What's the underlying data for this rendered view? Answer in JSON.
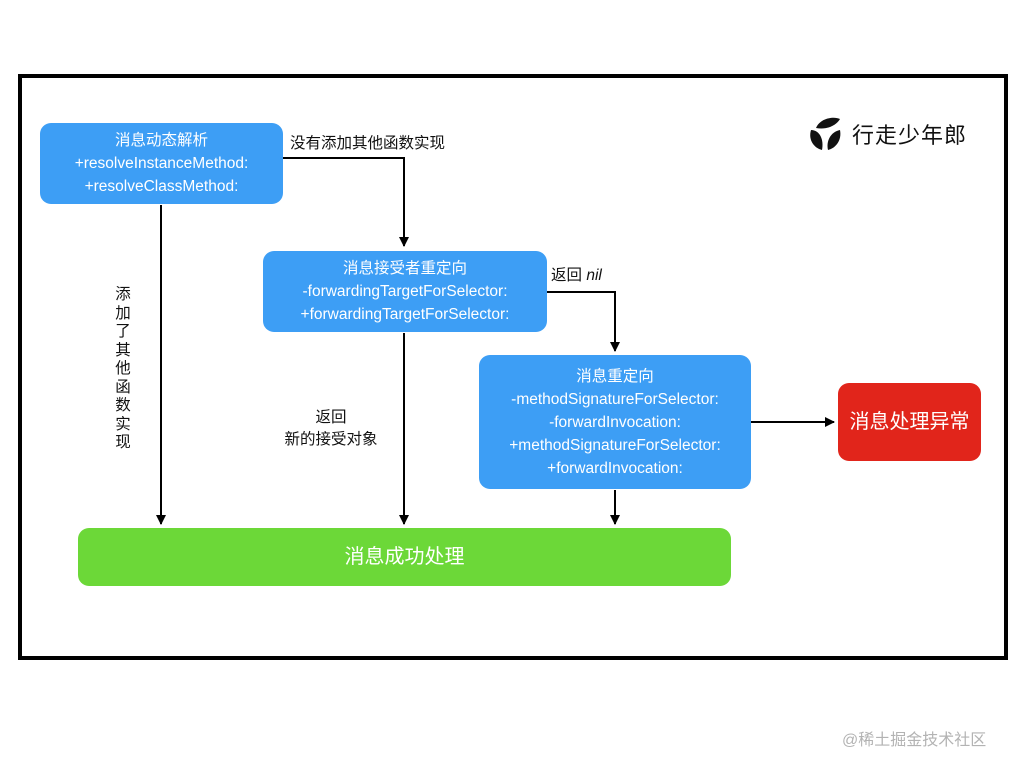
{
  "logo": {
    "icon": "leaves-icon",
    "text": "行走少年郎"
  },
  "nodes": {
    "dynamic_resolution": {
      "title": "消息动态解析",
      "lines": [
        "+resolveInstanceMethod:",
        "+resolveClassMethod:"
      ],
      "color": "#3d9ef5"
    },
    "receiver_redirect": {
      "title": "消息接受者重定向",
      "lines": [
        "-forwardingTargetForSelector:",
        "+forwardingTargetForSelector:"
      ],
      "color": "#3d9ef5"
    },
    "message_redirect": {
      "title": "消息重定向",
      "lines": [
        "-methodSignatureForSelector:",
        "-forwardInvocation:",
        "+methodSignatureForSelector:",
        "+forwardInvocation:"
      ],
      "color": "#3d9ef5"
    },
    "success": {
      "title": "消息成功处理",
      "color": "#6cd838"
    },
    "exception": {
      "title": "消息处理异常",
      "color": "#e1251b"
    }
  },
  "edges": {
    "no_impl_added": "没有添加其他函数实现",
    "impl_added": "添加了其他函数实现",
    "return_nil_prefix": "返回",
    "return_nil_value": "nil",
    "return_new_receiver_line1": "返回",
    "return_new_receiver_line2": "新的接受对象"
  },
  "watermark": "@稀土掘金技术社区"
}
